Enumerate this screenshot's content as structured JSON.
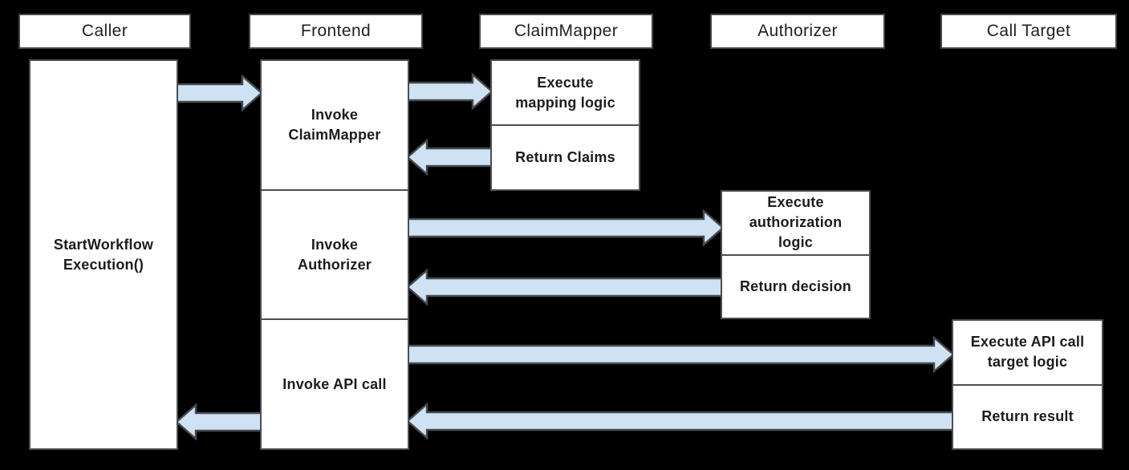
{
  "lifelines": [
    {
      "id": "caller",
      "label": "Caller"
    },
    {
      "id": "frontend",
      "label": "Frontend"
    },
    {
      "id": "claim_mapper",
      "label": "ClaimMapper"
    },
    {
      "id": "authorizer",
      "label": "Authorizer"
    },
    {
      "id": "call_target",
      "label": "Call Target"
    }
  ],
  "activations": {
    "caller_start_workflow": {
      "lifeline": "Caller",
      "label": "StartWorkflow\nExecution()"
    },
    "frontend_invoke_claim_mapper": {
      "lifeline": "Frontend",
      "label": "Invoke\nClaimMapper"
    },
    "frontend_invoke_authorizer": {
      "lifeline": "Frontend",
      "label": "Invoke\nAuthorizer"
    },
    "frontend_invoke_api_call": {
      "lifeline": "Frontend",
      "label": "Invoke API call"
    },
    "claim_mapper_execute": {
      "lifeline": "ClaimMapper",
      "label": "Execute\nmapping logic"
    },
    "claim_mapper_return": {
      "lifeline": "ClaimMapper",
      "label": "Return Claims"
    },
    "authorizer_execute": {
      "lifeline": "Authorizer",
      "label": "Execute\nauthorization\nlogic"
    },
    "authorizer_return": {
      "lifeline": "Authorizer",
      "label": "Return decision"
    },
    "call_target_execute": {
      "lifeline": "Call Target",
      "label": "Execute API call\ntarget logic"
    },
    "call_target_return": {
      "lifeline": "Call Target",
      "label": "Return result"
    }
  },
  "messages": [
    {
      "from": "Caller",
      "to": "Frontend",
      "direction": "right"
    },
    {
      "from": "Frontend",
      "to": "ClaimMapper",
      "direction": "right"
    },
    {
      "from": "ClaimMapper",
      "to": "Frontend",
      "direction": "left"
    },
    {
      "from": "Frontend",
      "to": "Authorizer",
      "direction": "right"
    },
    {
      "from": "Authorizer",
      "to": "Frontend",
      "direction": "left"
    },
    {
      "from": "Frontend",
      "to": "Call Target",
      "direction": "right"
    },
    {
      "from": "Call Target",
      "to": "Frontend",
      "direction": "left"
    },
    {
      "from": "Frontend",
      "to": "Caller",
      "direction": "left"
    }
  ],
  "colors": {
    "background": "#000000",
    "box_fill": "#ffffff",
    "box_border": "#4b4f55",
    "header_border": "#43464c",
    "arrow_fill": "#cfe2f3",
    "arrow_stroke": "#454a50",
    "text": "#1c1c1e"
  }
}
